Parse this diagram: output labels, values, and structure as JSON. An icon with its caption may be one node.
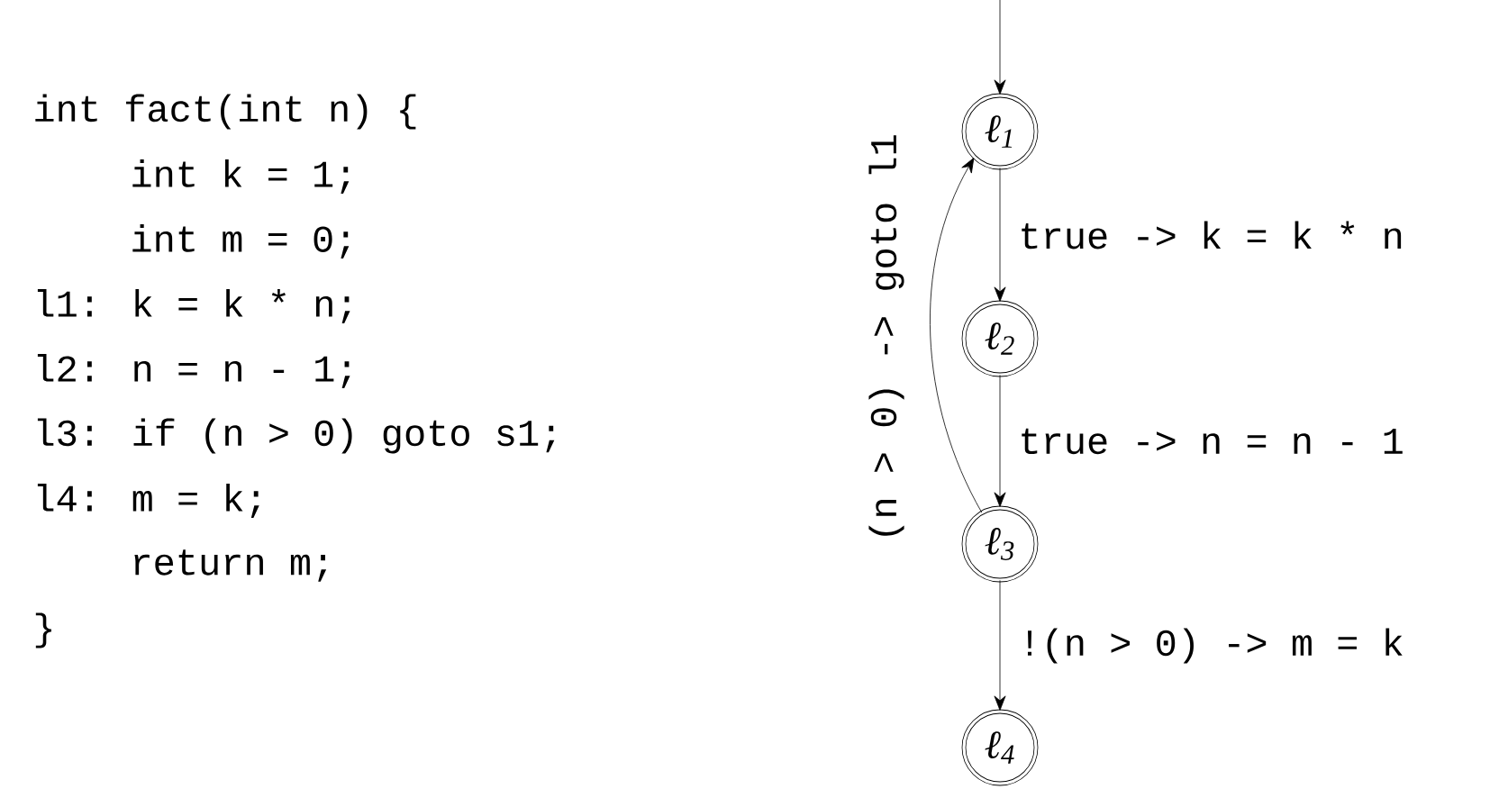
{
  "diagram": {
    "nodes": [
      {
        "text": [
          "ℓ$_{1}$"
        ]
      },
      {
        "text": [
          "ℓ$_{2}$"
        ]
      },
      {
        "text": [
          "ℓ$_{3}$"
        ]
      },
      {
        "text": [
          "ℓ$_{4}$"
        ]
      }
    ],
    "edges": [
      {
        "from": null,
        "to": 0,
        "arrow": "to"
      },
      {
        "from": 0,
        "to": 1,
        "arrow": "to",
        "label": "true -> k = k * n"
      },
      {
        "from": 1,
        "to": 2,
        "arrow": "to",
        "label": "true -> n = n - 1"
      },
      {
        "from": 2,
        "to": 3,
        "arrow": "to",
        "label": "!(n > 0) -> m = k"
      },
      {
        "from": 2,
        "to": 0,
        "arrow": "to",
        "label": "(n > 0) -> goto l1"
      }
    ],
    "labels": [
      "int fact(int n) {",
      "int k = 1;",
      "int m = 0;",
      "l1: k = k * n;",
      "l2: n = n - 1;",
      "l3: if (n > 0) goto s1;",
      "l4: m = k;",
      "return m;",
      "}"
    ]
  }
}
